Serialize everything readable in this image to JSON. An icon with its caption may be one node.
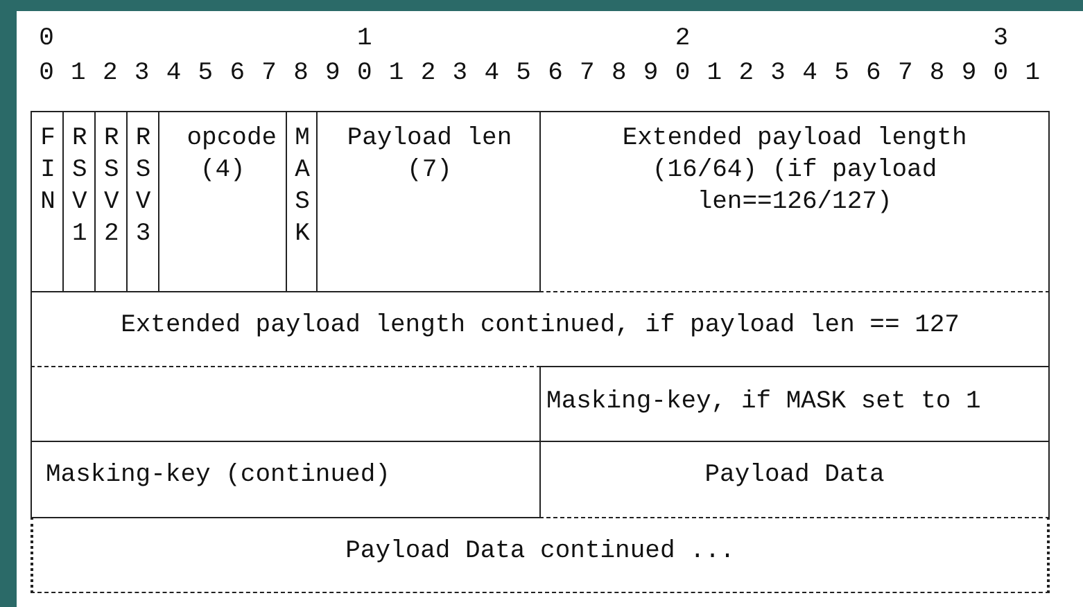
{
  "diagram": {
    "nodes": [
      {
        "text": [
          "F I N"
        ]
      },
      {
        "text": [
          "R S V 1"
        ]
      },
      {
        "text": [
          "R S V 2"
        ]
      },
      {
        "text": [
          "R S V 3"
        ]
      },
      {
        "text": [
          "opcode (4)"
        ]
      },
      {
        "text": [
          "M A S K"
        ]
      },
      {
        "text": [
          "Payload len (7)"
        ]
      },
      {
        "text": [
          "Extended payload length (16/64) (if payload len==126/127)"
        ]
      },
      {
        "text": [
          "Extended payload length continued, if payload len == 127"
        ]
      },
      {
        "text": [],
        "shape": "box"
      },
      {
        "text": [
          "Masking-key, if MASK set to 1"
        ]
      },
      {
        "text": [
          "Masking-key (continued)"
        ]
      },
      {
        "text": [
          "Payload Data"
        ]
      },
      {
        "text": [
          "Payload Data continued ..."
        ]
      }
    ],
    "labels": [
      "0",
      "1",
      "2",
      "3",
      "0",
      "1",
      "2",
      "3",
      "4",
      "5",
      "6",
      "7",
      "8",
      "9",
      "0",
      "1",
      "2",
      "3",
      "4",
      "5",
      "6",
      "7",
      "8",
      "9",
      "0",
      "1",
      "2",
      "3",
      "4",
      "5",
      "6",
      "7",
      "8",
      "9",
      "0",
      "1"
    ]
  }
}
